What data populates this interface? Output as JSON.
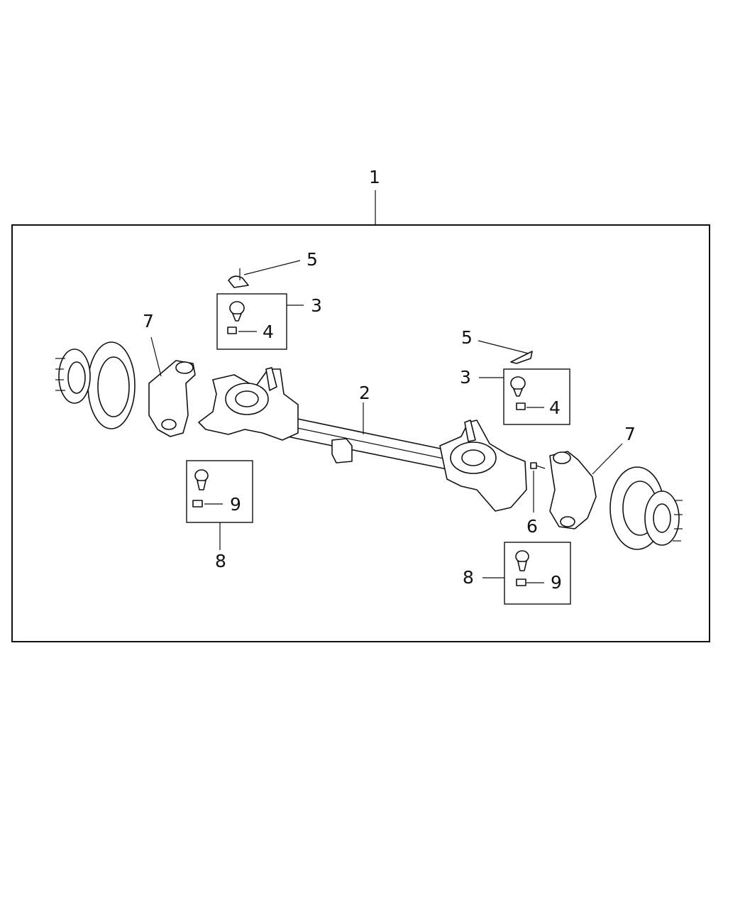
{
  "diagram": {
    "callouts": [
      {
        "id": "c1",
        "text": "1"
      },
      {
        "id": "c2",
        "text": "2"
      },
      {
        "id": "c3a",
        "text": "3"
      },
      {
        "id": "c3b",
        "text": "3"
      },
      {
        "id": "c4a",
        "text": "4"
      },
      {
        "id": "c4b",
        "text": "4"
      },
      {
        "id": "c5a",
        "text": "5"
      },
      {
        "id": "c5b",
        "text": "5"
      },
      {
        "id": "c6",
        "text": "6"
      },
      {
        "id": "c7a",
        "text": "7"
      },
      {
        "id": "c7b",
        "text": "7"
      },
      {
        "id": "c8a",
        "text": "8"
      },
      {
        "id": "c8b",
        "text": "8"
      },
      {
        "id": "c9a",
        "text": "9"
      },
      {
        "id": "c9b",
        "text": "9"
      }
    ]
  }
}
